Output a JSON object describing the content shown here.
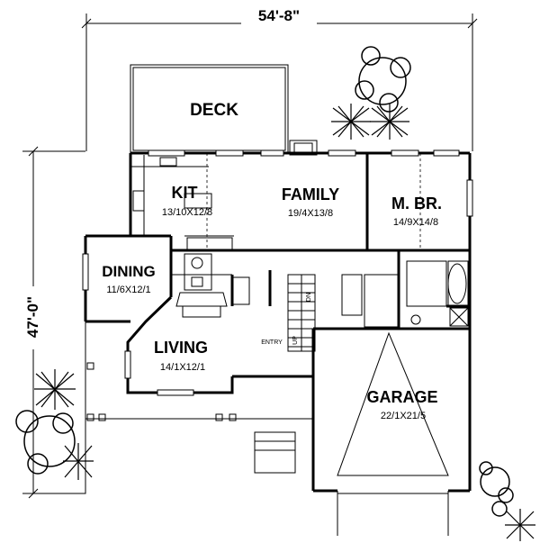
{
  "dimensions": {
    "width_label": "54'-8\"",
    "depth_label": "47'-0\""
  },
  "rooms": {
    "deck": {
      "name": "DECK"
    },
    "kit": {
      "name": "KIT",
      "size": "13/10X12/8"
    },
    "family": {
      "name": "FAMILY",
      "size": "19/4X13/8"
    },
    "master": {
      "name": "M. BR.",
      "size": "14/9X14/8"
    },
    "dining": {
      "name": "DINING",
      "size": "11/6X12/1"
    },
    "living": {
      "name": "LIVING",
      "size": "14/1X12/1"
    },
    "garage": {
      "name": "GARAGE",
      "size": "22/1X21/5"
    }
  },
  "labels": {
    "entry": "ENTRY",
    "stair_up": "UP",
    "stair_down": "DN"
  },
  "colors": {
    "line": "#000000",
    "background": "#ffffff"
  }
}
